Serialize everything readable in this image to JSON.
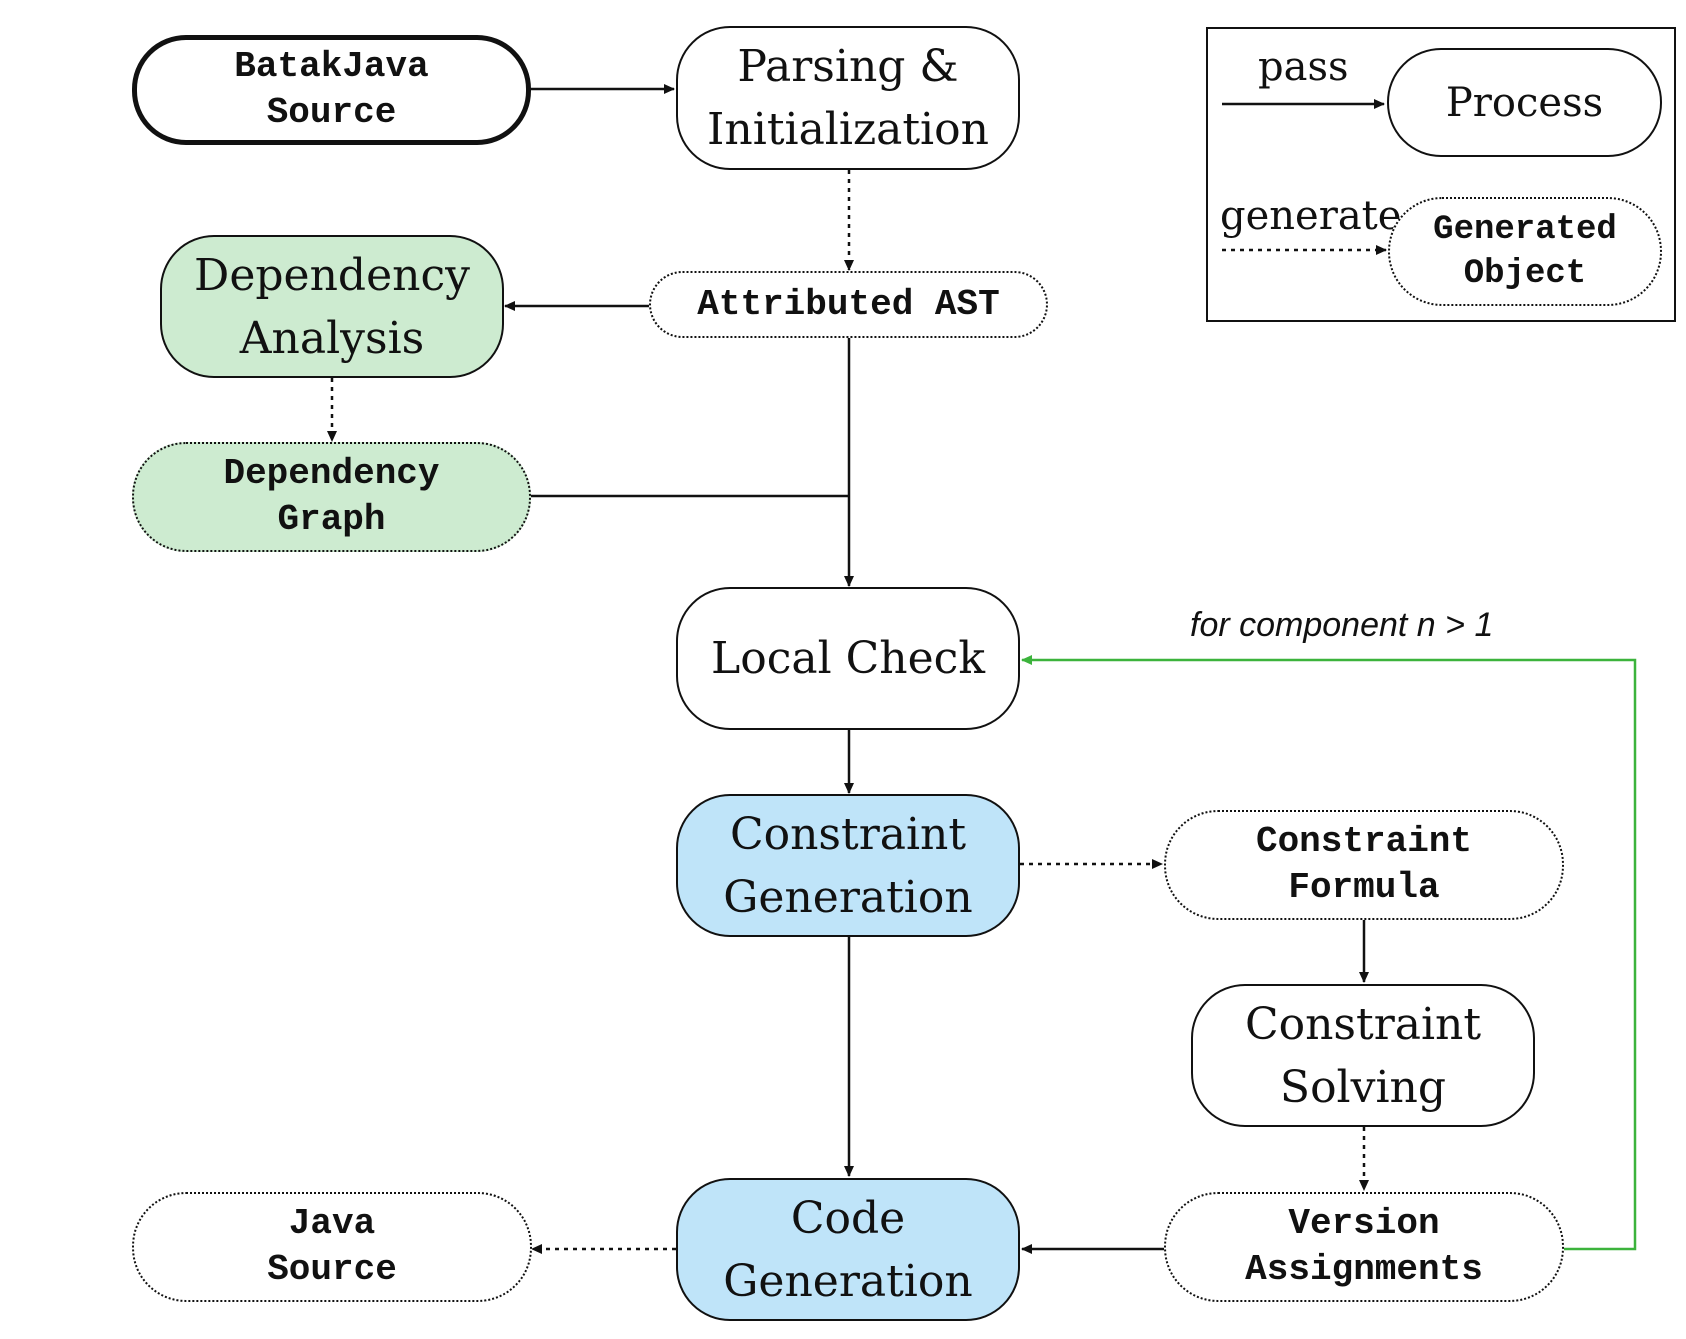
{
  "nodes": {
    "batakjava_source": [
      "BatakJava",
      "Source"
    ],
    "parsing": [
      "Parsing &",
      "Initialization"
    ],
    "attributed_ast": [
      "Attributed AST"
    ],
    "dependency_analysis": [
      "Dependency",
      "Analysis"
    ],
    "dependency_graph": [
      "Dependency",
      "Graph"
    ],
    "local_check": [
      "Local Check"
    ],
    "constraint_generation": [
      "Constraint",
      "Generation"
    ],
    "constraint_formula": [
      "Constraint",
      "Formula"
    ],
    "constraint_solving": [
      "Constraint",
      "Solving"
    ],
    "version_assignments": [
      "Version",
      "Assignments"
    ],
    "code_generation": [
      "Code",
      "Generation"
    ],
    "java_source": [
      "Java",
      "Source"
    ]
  },
  "loop_label": "for component n > 1",
  "legend": {
    "pass_label": "pass",
    "process_label": "Process",
    "generate_label": "generate",
    "generated_object": [
      "Generated",
      "Object"
    ]
  },
  "colors": {
    "stroke": "#111111",
    "dependency_fill": "#cdebd0",
    "generation_fill": "#bfe4f9",
    "loop_arrow": "#3cb33c"
  }
}
